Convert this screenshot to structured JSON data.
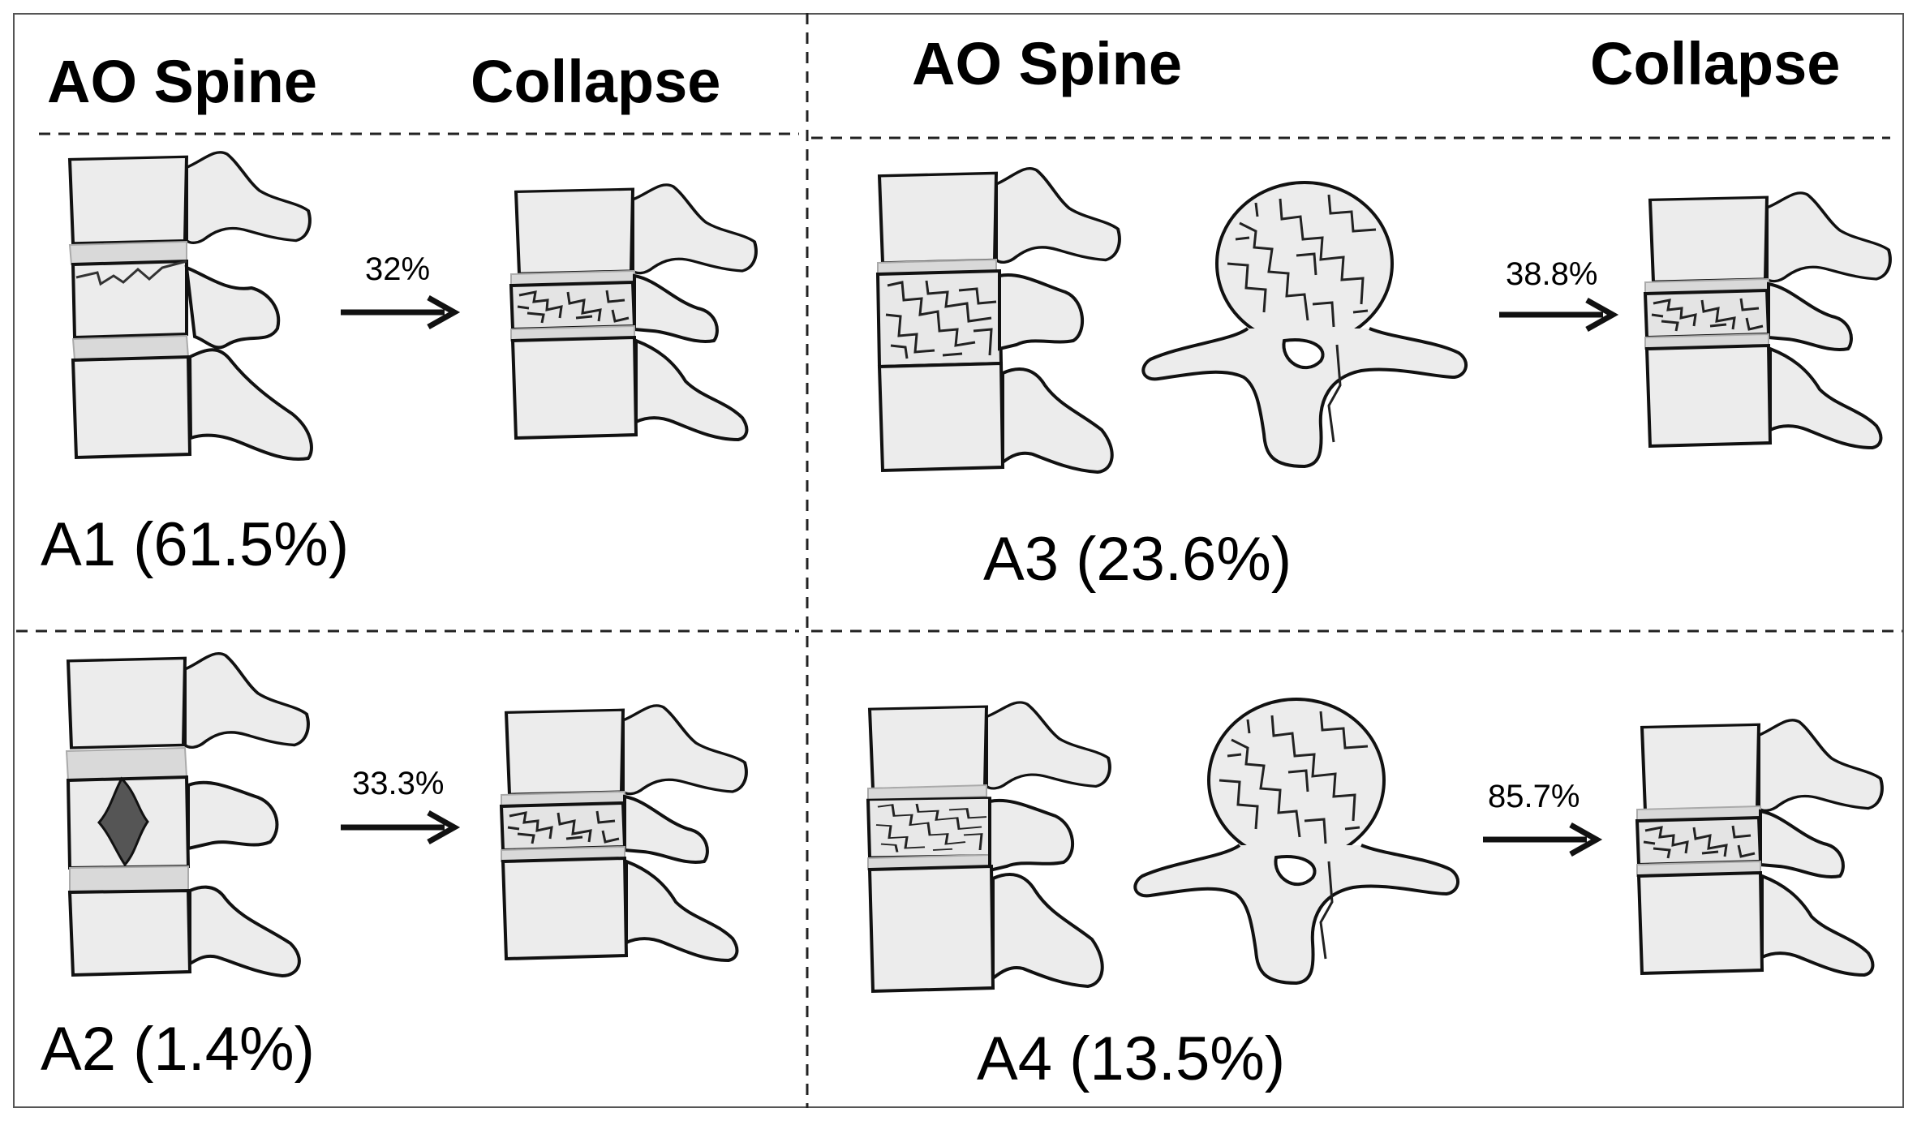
{
  "headers": {
    "left_ao_spine": "AO Spine",
    "left_collapse": "Collapse",
    "right_ao_spine": "AO Spine",
    "right_collapse": "Collapse"
  },
  "panels": [
    {
      "id": "A1",
      "label": "A1 (61.5%)",
      "collapse_rate": "32%"
    },
    {
      "id": "A3",
      "label": "A3 (23.6%)",
      "collapse_rate": "38.8%"
    },
    {
      "id": "A2",
      "label": "A2 (1.4%)",
      "collapse_rate": "33.3%"
    },
    {
      "id": "A4",
      "label": "A4 (13.5%)",
      "collapse_rate": "85.7%"
    }
  ],
  "colors": {
    "bone_fill": "#ececec",
    "outline": "#111111",
    "disc_fill": "#d9d9d9",
    "fragment_fill": "#555555",
    "divider": "#222222"
  }
}
